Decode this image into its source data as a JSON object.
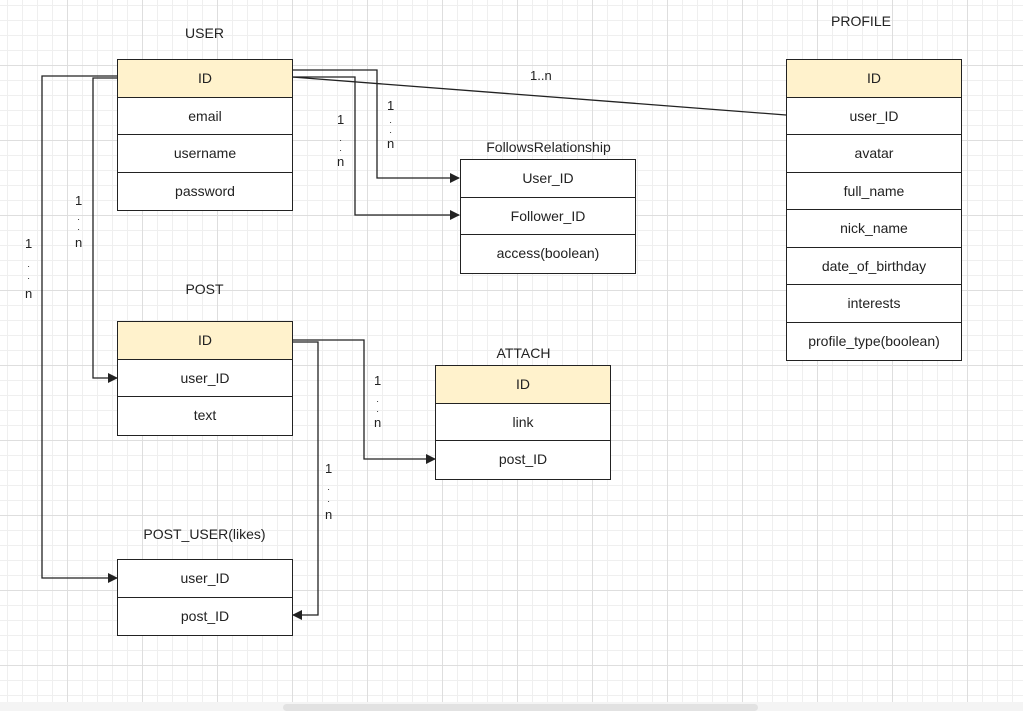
{
  "entities": {
    "user": {
      "title": "USER",
      "rows": [
        "ID",
        "email",
        "username",
        "password"
      ]
    },
    "profile": {
      "title": "PROFILE",
      "rows": [
        "ID",
        "user_ID",
        "avatar",
        "full_name",
        "nick_name",
        "date_of_birthday",
        "interests",
        "profile_type(boolean)"
      ]
    },
    "follows": {
      "title": "FollowsRelationship",
      "rows": [
        "User_ID",
        "Follower_ID",
        "access(boolean)"
      ]
    },
    "post": {
      "title": "POST",
      "rows": [
        "ID",
        "user_ID",
        "text"
      ]
    },
    "attach": {
      "title": "ATTACH",
      "rows": [
        "ID",
        "link",
        "post_ID"
      ]
    },
    "post_user": {
      "title": "POST_USER(likes)",
      "rows": [
        "user_ID",
        "post_ID"
      ]
    }
  },
  "labels": {
    "user_profile": "1..n",
    "one": "1",
    "dot": "·",
    "n": "n"
  },
  "colors": {
    "header_fill": "#fff2cc",
    "line": "#222222"
  }
}
